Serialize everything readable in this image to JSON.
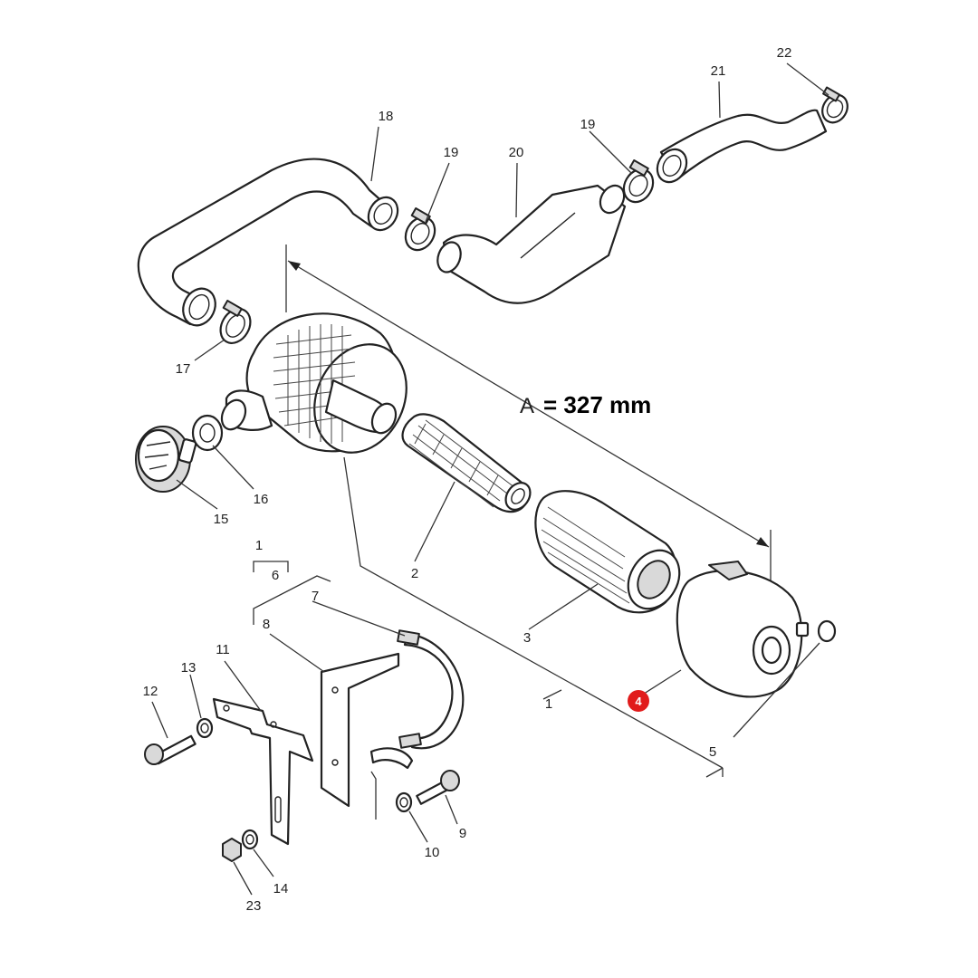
{
  "diagram": {
    "dimension": {
      "letter": "A",
      "value": "= 327 mm"
    },
    "highlight": {
      "label": "4",
      "color": "#e11b1b"
    },
    "callouts": {
      "c1_top": "1",
      "c1_bottom": "1",
      "c2": "2",
      "c3": "3",
      "c5": "5",
      "c6": "6",
      "c7": "7",
      "c8": "8",
      "c9": "9",
      "c10": "10",
      "c11": "11",
      "c12": "12",
      "c13": "13",
      "c14": "14",
      "c15": "15",
      "c16": "16",
      "c17": "17",
      "c18": "18",
      "c19a": "19",
      "c19b": "19",
      "c20": "20",
      "c21": "21",
      "c22": "22",
      "c23": "23"
    }
  }
}
